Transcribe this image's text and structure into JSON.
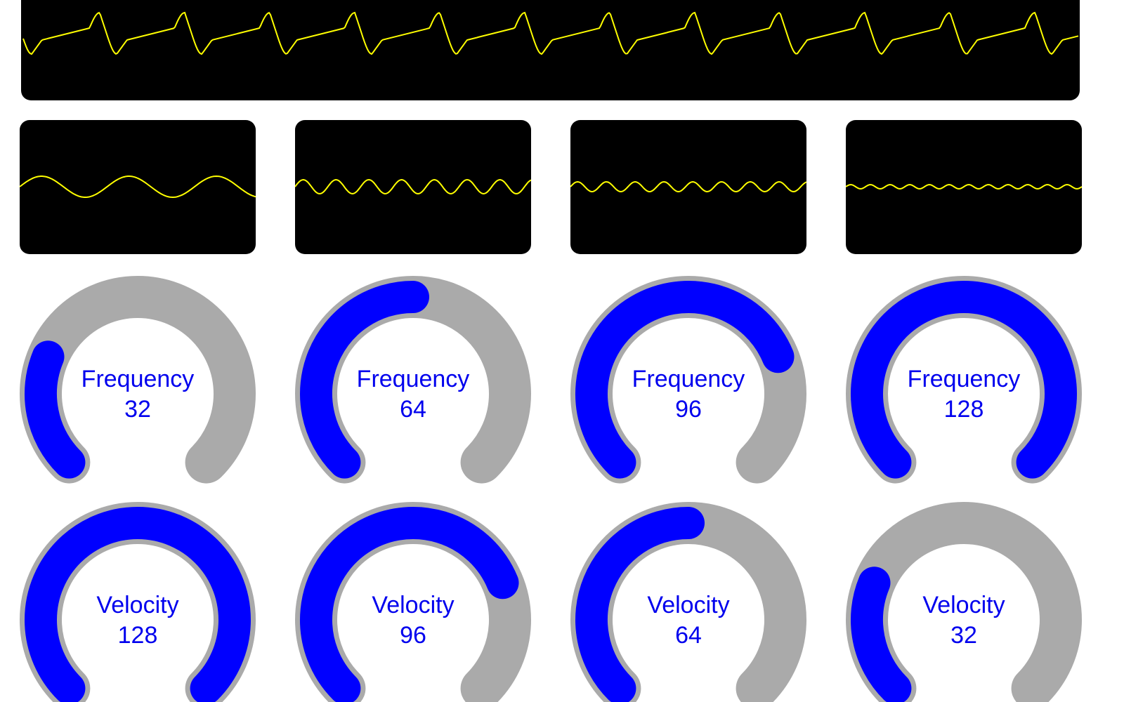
{
  "colors": {
    "trace": "#ffff00",
    "knob_track": "#aaaaaa",
    "knob_fill": "#0000ff",
    "label": "#0000ee",
    "scope_bg": "#000000"
  },
  "main_scope": {
    "periods": 12.45
  },
  "small_scopes": [
    {
      "periods": 2.7,
      "amplitude": 15
    },
    {
      "periods": 7.2,
      "amplitude": 10
    },
    {
      "periods": 8.2,
      "amplitude": 7
    },
    {
      "periods": 12,
      "amplitude": 3
    }
  ],
  "knob_max": 128,
  "knobs": [
    {
      "label": "Frequency",
      "value": 32
    },
    {
      "label": "Frequency",
      "value": 64
    },
    {
      "label": "Frequency",
      "value": 96
    },
    {
      "label": "Frequency",
      "value": 128
    },
    {
      "label": "Velocity",
      "value": 128
    },
    {
      "label": "Velocity",
      "value": 96
    },
    {
      "label": "Velocity",
      "value": 64
    },
    {
      "label": "Velocity",
      "value": 32
    }
  ]
}
